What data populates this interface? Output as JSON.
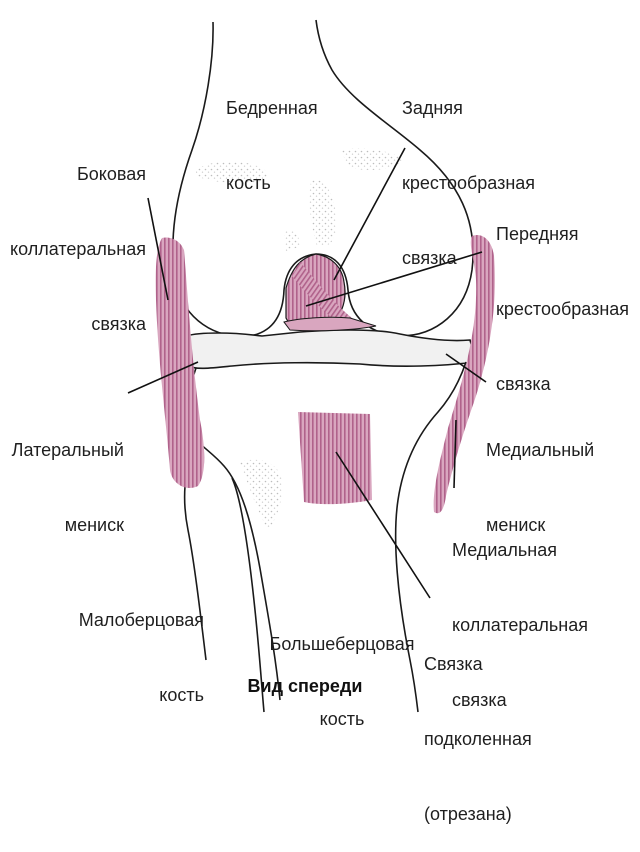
{
  "colors": {
    "ligament": "#c78aa8",
    "ligament_stripe": "#a8557f",
    "meniscus": "#f1f1f1",
    "bone_outline": "#1a1a1a",
    "stipple": "#b8b8b8"
  },
  "labels": {
    "femur": [
      "Бедренная",
      "кость"
    ],
    "posterior_cruciate": [
      "Задняя",
      "крестообразная",
      "связка"
    ],
    "lateral_collateral": [
      "Боковая",
      "коллатеральная",
      "связка"
    ],
    "anterior_cruciate": [
      "Передняя",
      "крестообразная",
      "связка"
    ],
    "lateral_meniscus": [
      "Латеральный",
      "мениск"
    ],
    "medial_meniscus": [
      "Медиальный",
      "мениск"
    ],
    "medial_collateral": [
      "Медиальная",
      "коллатеральная",
      "связка"
    ],
    "fibula": [
      "Малоберцовая",
      "кость"
    ],
    "tibia": [
      "Большеберцовая",
      "кость"
    ],
    "patellar_ligament": [
      "Связка",
      "подколенная",
      "(отрезана)"
    ]
  },
  "caption": "Вид спереди"
}
